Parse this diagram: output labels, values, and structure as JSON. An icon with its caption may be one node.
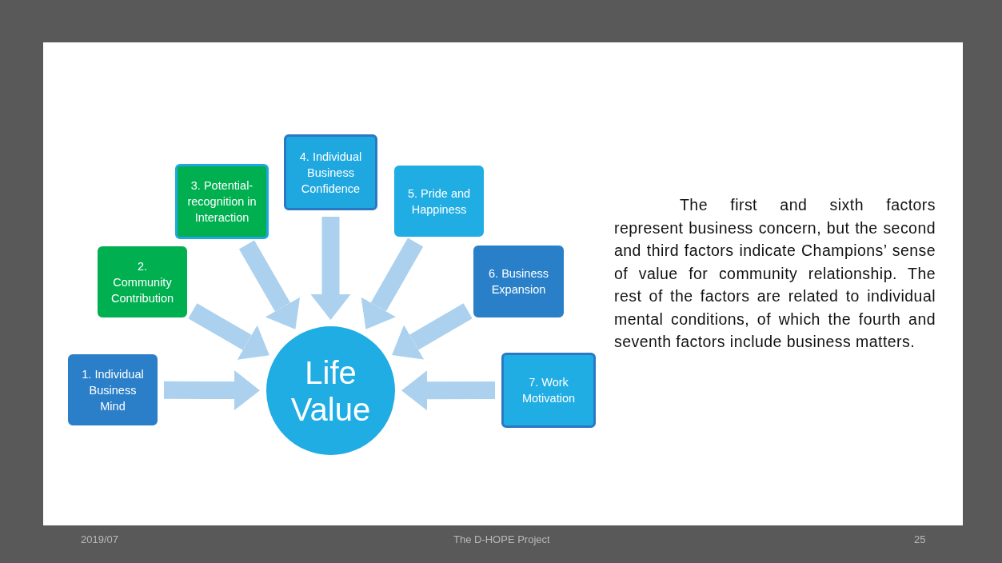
{
  "diagram": {
    "nodes": [
      {
        "text": [
          "1. Individual Business Mind"
        ]
      },
      {
        "text": [
          "2. Community Contribution"
        ]
      },
      {
        "text": [
          "3. Potential-recognition in Interaction"
        ]
      },
      {
        "text": [
          "4. Individual Business Confidence"
        ]
      },
      {
        "text": [
          "5. Pride and Happiness"
        ]
      },
      {
        "text": [
          "6. Business Expansion"
        ]
      },
      {
        "text": [
          "7. Work Motivation"
        ]
      },
      {
        "text": [
          "Life Value"
        ]
      }
    ],
    "edges": [
      {
        "from": 0,
        "to": 7,
        "arrow": "to"
      },
      {
        "from": 1,
        "to": 7,
        "arrow": "to"
      },
      {
        "from": 2,
        "to": 7,
        "arrow": "to"
      },
      {
        "from": 3,
        "to": 7,
        "arrow": "to"
      },
      {
        "from": 4,
        "to": 7,
        "arrow": "to"
      },
      {
        "from": 5,
        "to": 7,
        "arrow": "to"
      },
      {
        "from": 6,
        "to": 7,
        "arrow": "to"
      }
    ],
    "labels": [
      "The first and sixth factors represent business concern, but the second and third factors indicate Champions’ sense of value for community relationship. The rest of the factors are related to individual mental conditions, of which the fourth and seventh factors include business matters.",
      "2019/07",
      "The D-HOPE Project",
      "25"
    ]
  }
}
